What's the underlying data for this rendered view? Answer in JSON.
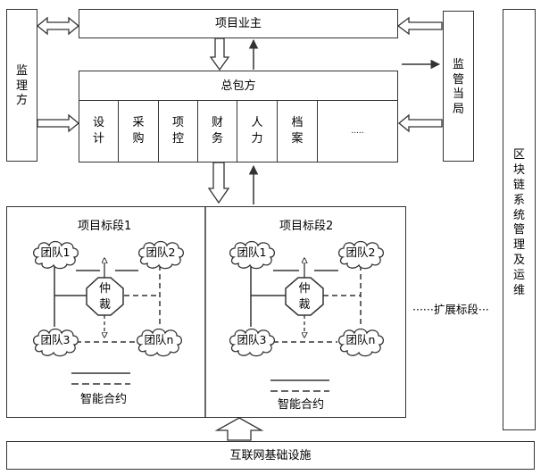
{
  "owner": "项目业主",
  "supervisor": [
    "监",
    "理",
    "方"
  ],
  "regulator": [
    "监",
    "管",
    "当",
    "局"
  ],
  "general_contractor": "总包方",
  "departments": [
    [
      "设",
      "计"
    ],
    [
      "采",
      "购"
    ],
    [
      "项",
      "控"
    ],
    [
      "财",
      "务"
    ],
    [
      "人",
      "力"
    ],
    [
      "档",
      "案"
    ],
    [
      "....."
    ]
  ],
  "blockchain_ops": [
    "区",
    "块",
    "链",
    "系",
    "统",
    "管",
    "理",
    "及",
    "运",
    "维"
  ],
  "sections": [
    {
      "title": "项目标段1",
      "teams": [
        "团队1",
        "团队2",
        "团队3",
        "团队n"
      ],
      "arbitration": [
        "仲",
        "裁"
      ],
      "contract": "智能合约"
    },
    {
      "title": "项目标段2",
      "teams": [
        "团队1",
        "团队2",
        "团队3",
        "团队n"
      ],
      "arbitration": [
        "仲",
        "裁"
      ],
      "contract": "智能合约"
    }
  ],
  "extension": "······扩展标段···",
  "infrastructure": "互联网基础设施"
}
